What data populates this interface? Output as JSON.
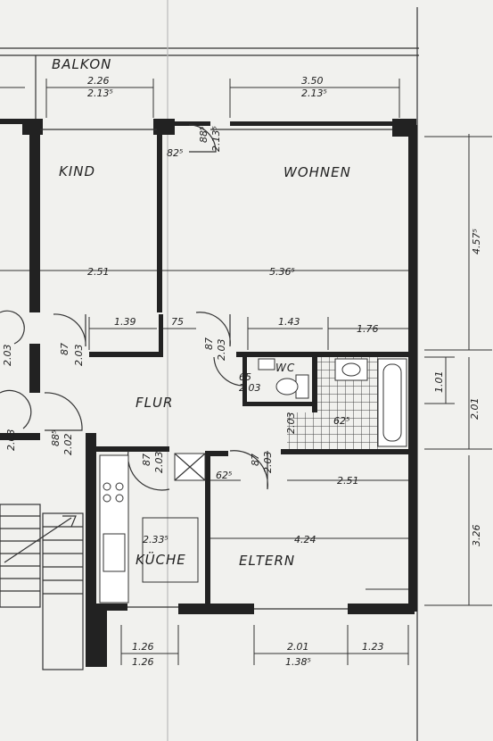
{
  "rooms": {
    "balkon": "BALKON",
    "kind": "KIND",
    "wohnen": "WOHNEN",
    "flur": "FLUR",
    "wc": "WC",
    "kueche": "KÜCHE",
    "eltern": "ELTERN"
  },
  "dims": {
    "balkon_w1": "2.26",
    "balkon_w2": "2.13⁵",
    "balkon_r1": "3.50",
    "balkon_r2": "2.13⁵",
    "door_82": "82⁵",
    "door_88": "88⁵",
    "door_213": "2.13⁵",
    "kind_w": "2.51",
    "wohnen_w": "5.36⁵",
    "right_457": "4.57⁵",
    "seg_139": "1.39",
    "seg_75": "75",
    "seg_143": "1.43",
    "seg_176": "1.76",
    "d87a": "87",
    "d203a": "2.03",
    "d87b": "87",
    "d203b": "2.03",
    "d203c": "2.03",
    "wc_65": "65",
    "wc_203": "2.03",
    "r101": "1.01",
    "r201": "2.01",
    "bath_203": "2.03",
    "bath_062": "62⁵",
    "fl_885": "88⁵",
    "fl_202": "2.02",
    "fl_203": "2.03",
    "k87": "87",
    "k203": "2.03",
    "e87": "87",
    "e203": "2.03",
    "e625": "62⁵",
    "e251": "2.51",
    "e424": "4.24",
    "k2335": "2.33⁵",
    "r326": "3.26",
    "b126": "1.26",
    "b126b": "1.26",
    "b201": "2.01",
    "b1385": "1.38⁵",
    "b123": "1.23"
  }
}
